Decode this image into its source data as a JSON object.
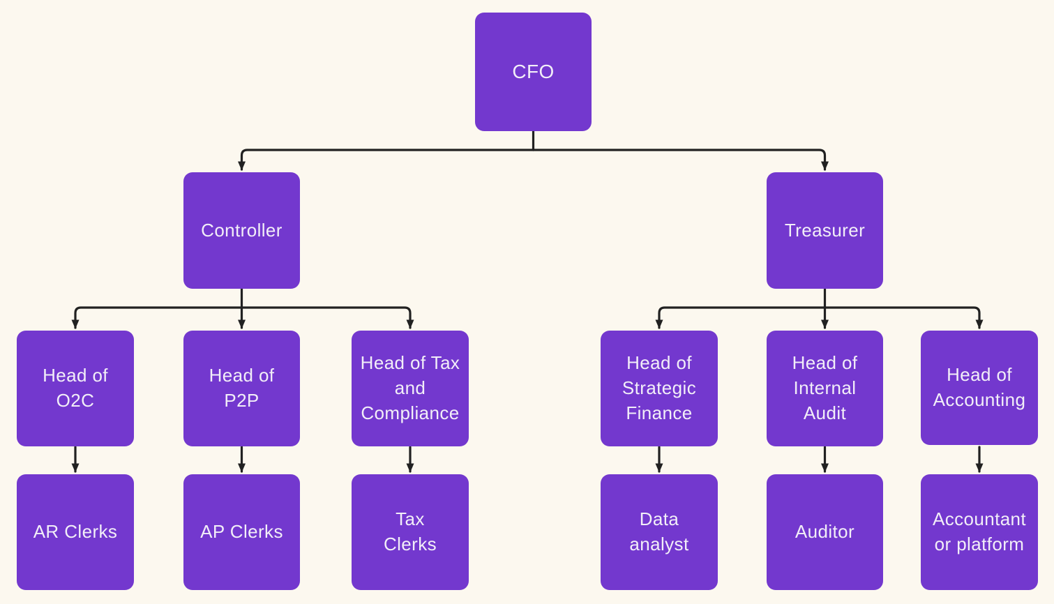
{
  "colors": {
    "background": "#FCF8EF",
    "node_fill": "#7338CE",
    "node_text": "#F2EEF8",
    "connector": "#212121"
  },
  "diagram": {
    "type": "org-chart",
    "nodes": {
      "cfo": {
        "label": "CFO"
      },
      "controller": {
        "label": "Controller"
      },
      "treasurer": {
        "label": "Treasurer"
      },
      "head_o2c": {
        "label": "Head of\nO2C"
      },
      "head_p2p": {
        "label": "Head of\nP2P"
      },
      "head_tax": {
        "label": "Head of Tax\nand\nCompliance"
      },
      "head_strategic_finance": {
        "label": "Head of\nStrategic\nFinance"
      },
      "head_internal_audit": {
        "label": "Head of\nInternal\nAudit"
      },
      "head_accounting": {
        "label": "Head of\nAccounting"
      },
      "ar_clerks": {
        "label": "AR Clerks"
      },
      "ap_clerks": {
        "label": "AP Clerks"
      },
      "tax_clerks": {
        "label": "Tax\nClerks"
      },
      "data_analyst": {
        "label": "Data\nanalyst"
      },
      "auditor": {
        "label": "Auditor"
      },
      "accountant": {
        "label": "Accountant\nor platform"
      }
    },
    "edges": [
      {
        "from": "cfo",
        "to": "controller"
      },
      {
        "from": "cfo",
        "to": "treasurer"
      },
      {
        "from": "controller",
        "to": "head_o2c"
      },
      {
        "from": "controller",
        "to": "head_p2p"
      },
      {
        "from": "controller",
        "to": "head_tax"
      },
      {
        "from": "treasurer",
        "to": "head_strategic_finance"
      },
      {
        "from": "treasurer",
        "to": "head_internal_audit"
      },
      {
        "from": "treasurer",
        "to": "head_accounting"
      },
      {
        "from": "head_o2c",
        "to": "ar_clerks"
      },
      {
        "from": "head_p2p",
        "to": "ap_clerks"
      },
      {
        "from": "head_tax",
        "to": "tax_clerks"
      },
      {
        "from": "head_strategic_finance",
        "to": "data_analyst"
      },
      {
        "from": "head_internal_audit",
        "to": "auditor"
      },
      {
        "from": "head_accounting",
        "to": "accountant"
      }
    ]
  }
}
